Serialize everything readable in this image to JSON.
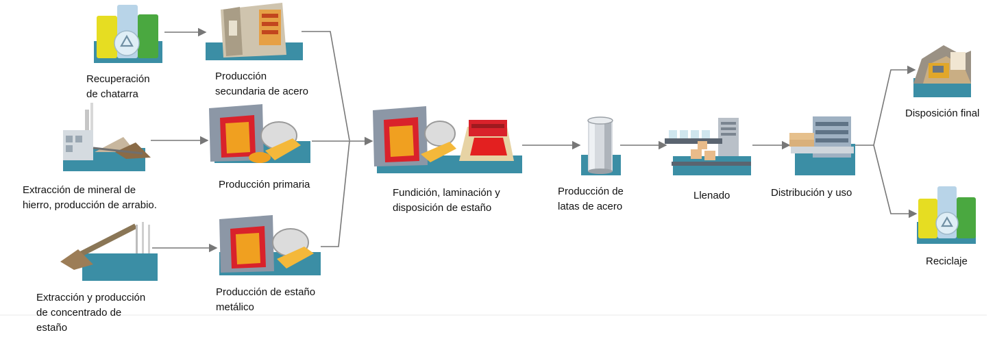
{
  "nodes": {
    "recuperacion": {
      "label": "Recuperación\nde chatarra",
      "icon": "recycling-bins-icon"
    },
    "secundaria": {
      "label": "Producción\nsecundaria de acero",
      "icon": "electric-furnace-icon"
    },
    "mineral": {
      "label": "Extracción de mineral de\nhierro, producción de arrabio.",
      "icon": "iron-ore-plant-icon"
    },
    "primaria": {
      "label": "Producción primaria",
      "icon": "steel-converter-icon"
    },
    "estano_extraccion": {
      "label": "Extracción y producción\nde concentrado de\nestaño",
      "icon": "tin-mining-icon"
    },
    "estano_metalico": {
      "label": "Producción de estaño\nmetálico",
      "icon": "tin-smelter-icon"
    },
    "fundicion": {
      "label": "Fundición, laminación y\ndisposición de estaño",
      "icon": "rolling-mill-icon"
    },
    "latas": {
      "label": "Producción de\nlatas de acero",
      "icon": "steel-can-icon"
    },
    "llenado": {
      "label": "Llenado",
      "icon": "filling-line-icon"
    },
    "distribucion": {
      "label": "Distribución y uso",
      "icon": "warehouse-icon"
    },
    "disposicion": {
      "label": "Disposición final",
      "icon": "landfill-icon"
    },
    "reciclaje": {
      "label": "Reciclaje",
      "icon": "recycling-bins-icon"
    }
  },
  "colors": {
    "connector": "#777777",
    "machine_gray": "#8c97a6",
    "furnace_red": "#d9222b",
    "molten_orange": "#f0a020",
    "base_teal": "#3b8ea5",
    "bin_yellow": "#e6dd22",
    "bin_green": "#4aa840",
    "bin_blue": "#b8d4e8"
  }
}
